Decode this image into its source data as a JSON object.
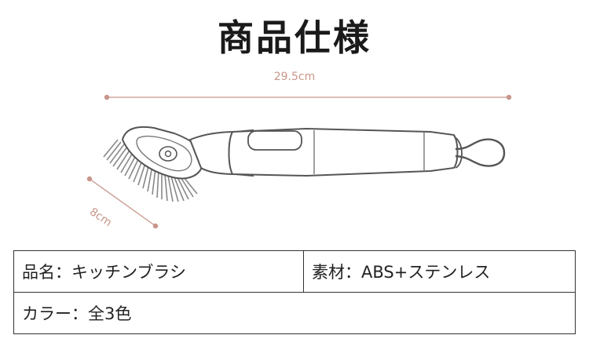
{
  "title": "商品仕様",
  "dimensions": {
    "length": "29.5cm",
    "width": "8cm"
  },
  "specs": {
    "name": "品名：キッチンブラシ",
    "material": "素材：ABS+ステンレス",
    "color": "カラー：全3色"
  },
  "colors": {
    "dimension_line": "#c8968a",
    "outline": "#555555",
    "bristles": "#888888"
  }
}
